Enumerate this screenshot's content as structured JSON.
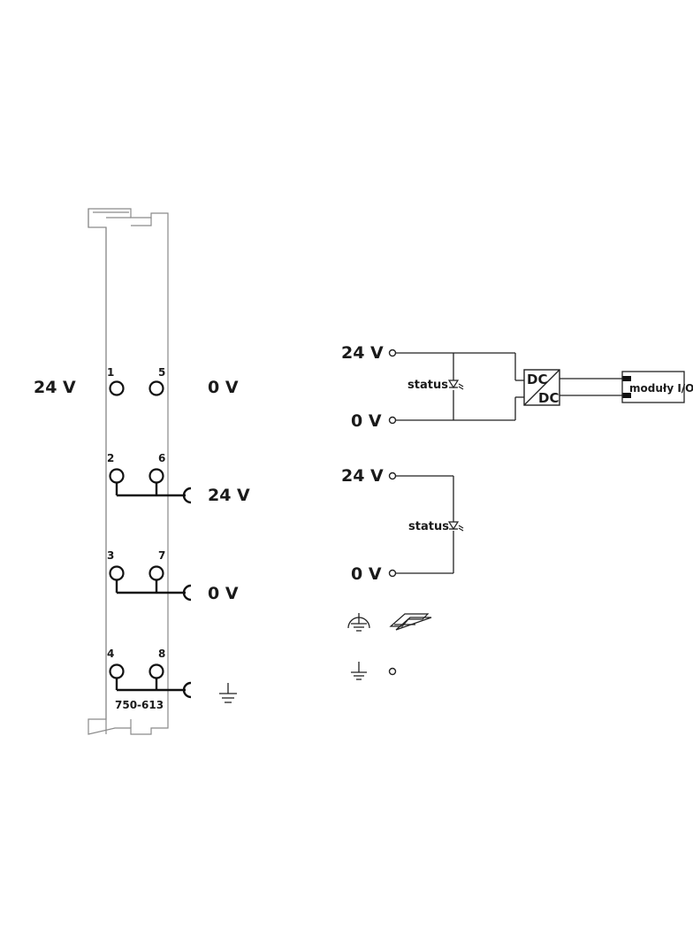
{
  "left_module": {
    "label_24v_left": "24 V",
    "label_0v_right": "0 V",
    "pin_1": "1",
    "pin_2": "2",
    "pin_3": "3",
    "pin_4": "4",
    "pin_5": "5",
    "pin_6": "6",
    "pin_7": "7",
    "pin_8": "8",
    "bus_24v_label": "24 V",
    "bus_0v_label": "0 V",
    "part_number": "750-613"
  },
  "schematic": {
    "top_24v": "24 V",
    "top_0v": "0 V",
    "top_status": "status",
    "dcdc_top": "DC",
    "dcdc_bottom": "DC",
    "io_modules": "moduły I/O",
    "bot_24v": "24 V",
    "bot_0v": "0 V",
    "bot_status": "status"
  },
  "icons": [
    "ground-icon",
    "protective-earth-icon",
    "din-rail-icon",
    "led-icon"
  ]
}
